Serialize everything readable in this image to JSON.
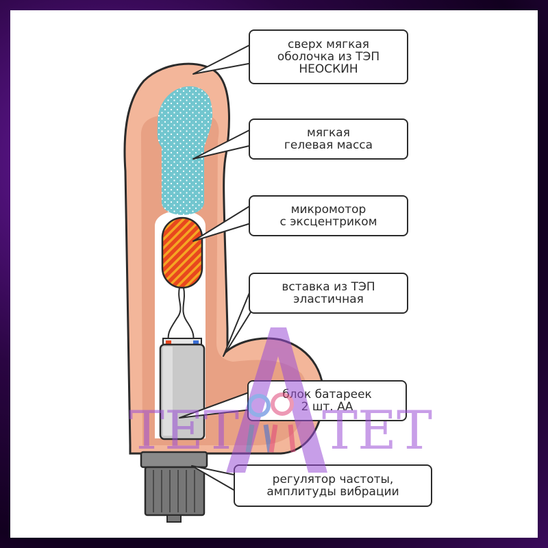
{
  "labels": {
    "shell": "сверх мягкая\nоболочка из ТЭП\nНЕОСКИН",
    "gel": "мягкая\nгелевая масса",
    "motor": "микромотор\nс эксцентриком",
    "insert": "вставка из ТЭП\nэластичная",
    "battery": "блок батареек\n2 шт. АА",
    "regulator": "регулятор частоты,\nамплитуды вибрации"
  },
  "watermark": {
    "left_text": "ТЕТ",
    "right_text": "ТЕТ",
    "mark_letter": "А"
  },
  "colors": {
    "skin": "#f3b69a",
    "skin_dark": "#e49a7c",
    "outline": "#2b2b2b",
    "gel": "#72c6cf",
    "motor": "#e8471e",
    "motor_stripe": "#f5a623",
    "battery": "#c9c9c9",
    "regulator": "#7f7f7f",
    "frame": "#2a0542",
    "watermark": "#9b4fd6"
  }
}
